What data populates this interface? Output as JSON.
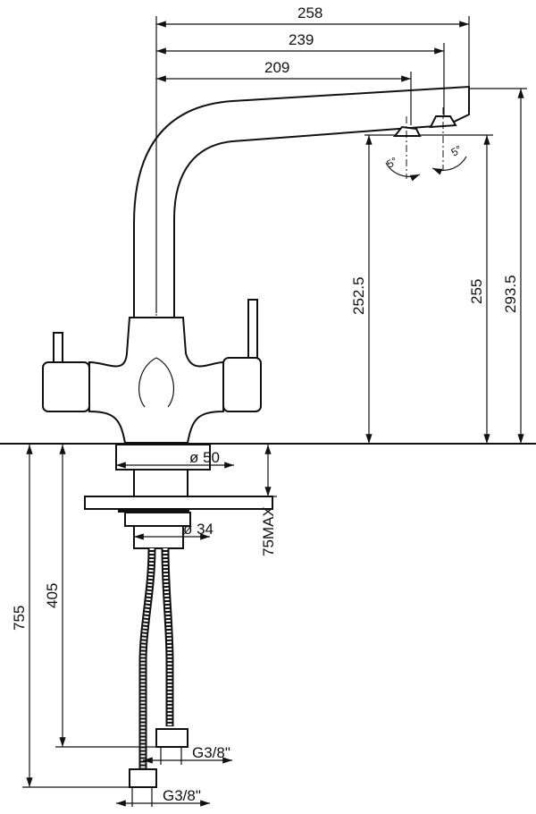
{
  "drawing": {
    "dimensions": {
      "spout_reach_total": "258",
      "spout_reach_mid": "239",
      "spout_reach_inner": "209",
      "outlet_height_1": "252.5",
      "outlet_height_2": "255",
      "total_height": "293.5",
      "angle_left": "5°",
      "angle_right": "5°",
      "body_diameter": "ø 50",
      "shank_diameter": "ø 34",
      "max_counter_thickness": "75MAX",
      "hose_length_long": "755",
      "hose_length_short": "405",
      "thread_upper": "G3/8\"",
      "thread_lower": "G3/8\""
    }
  }
}
